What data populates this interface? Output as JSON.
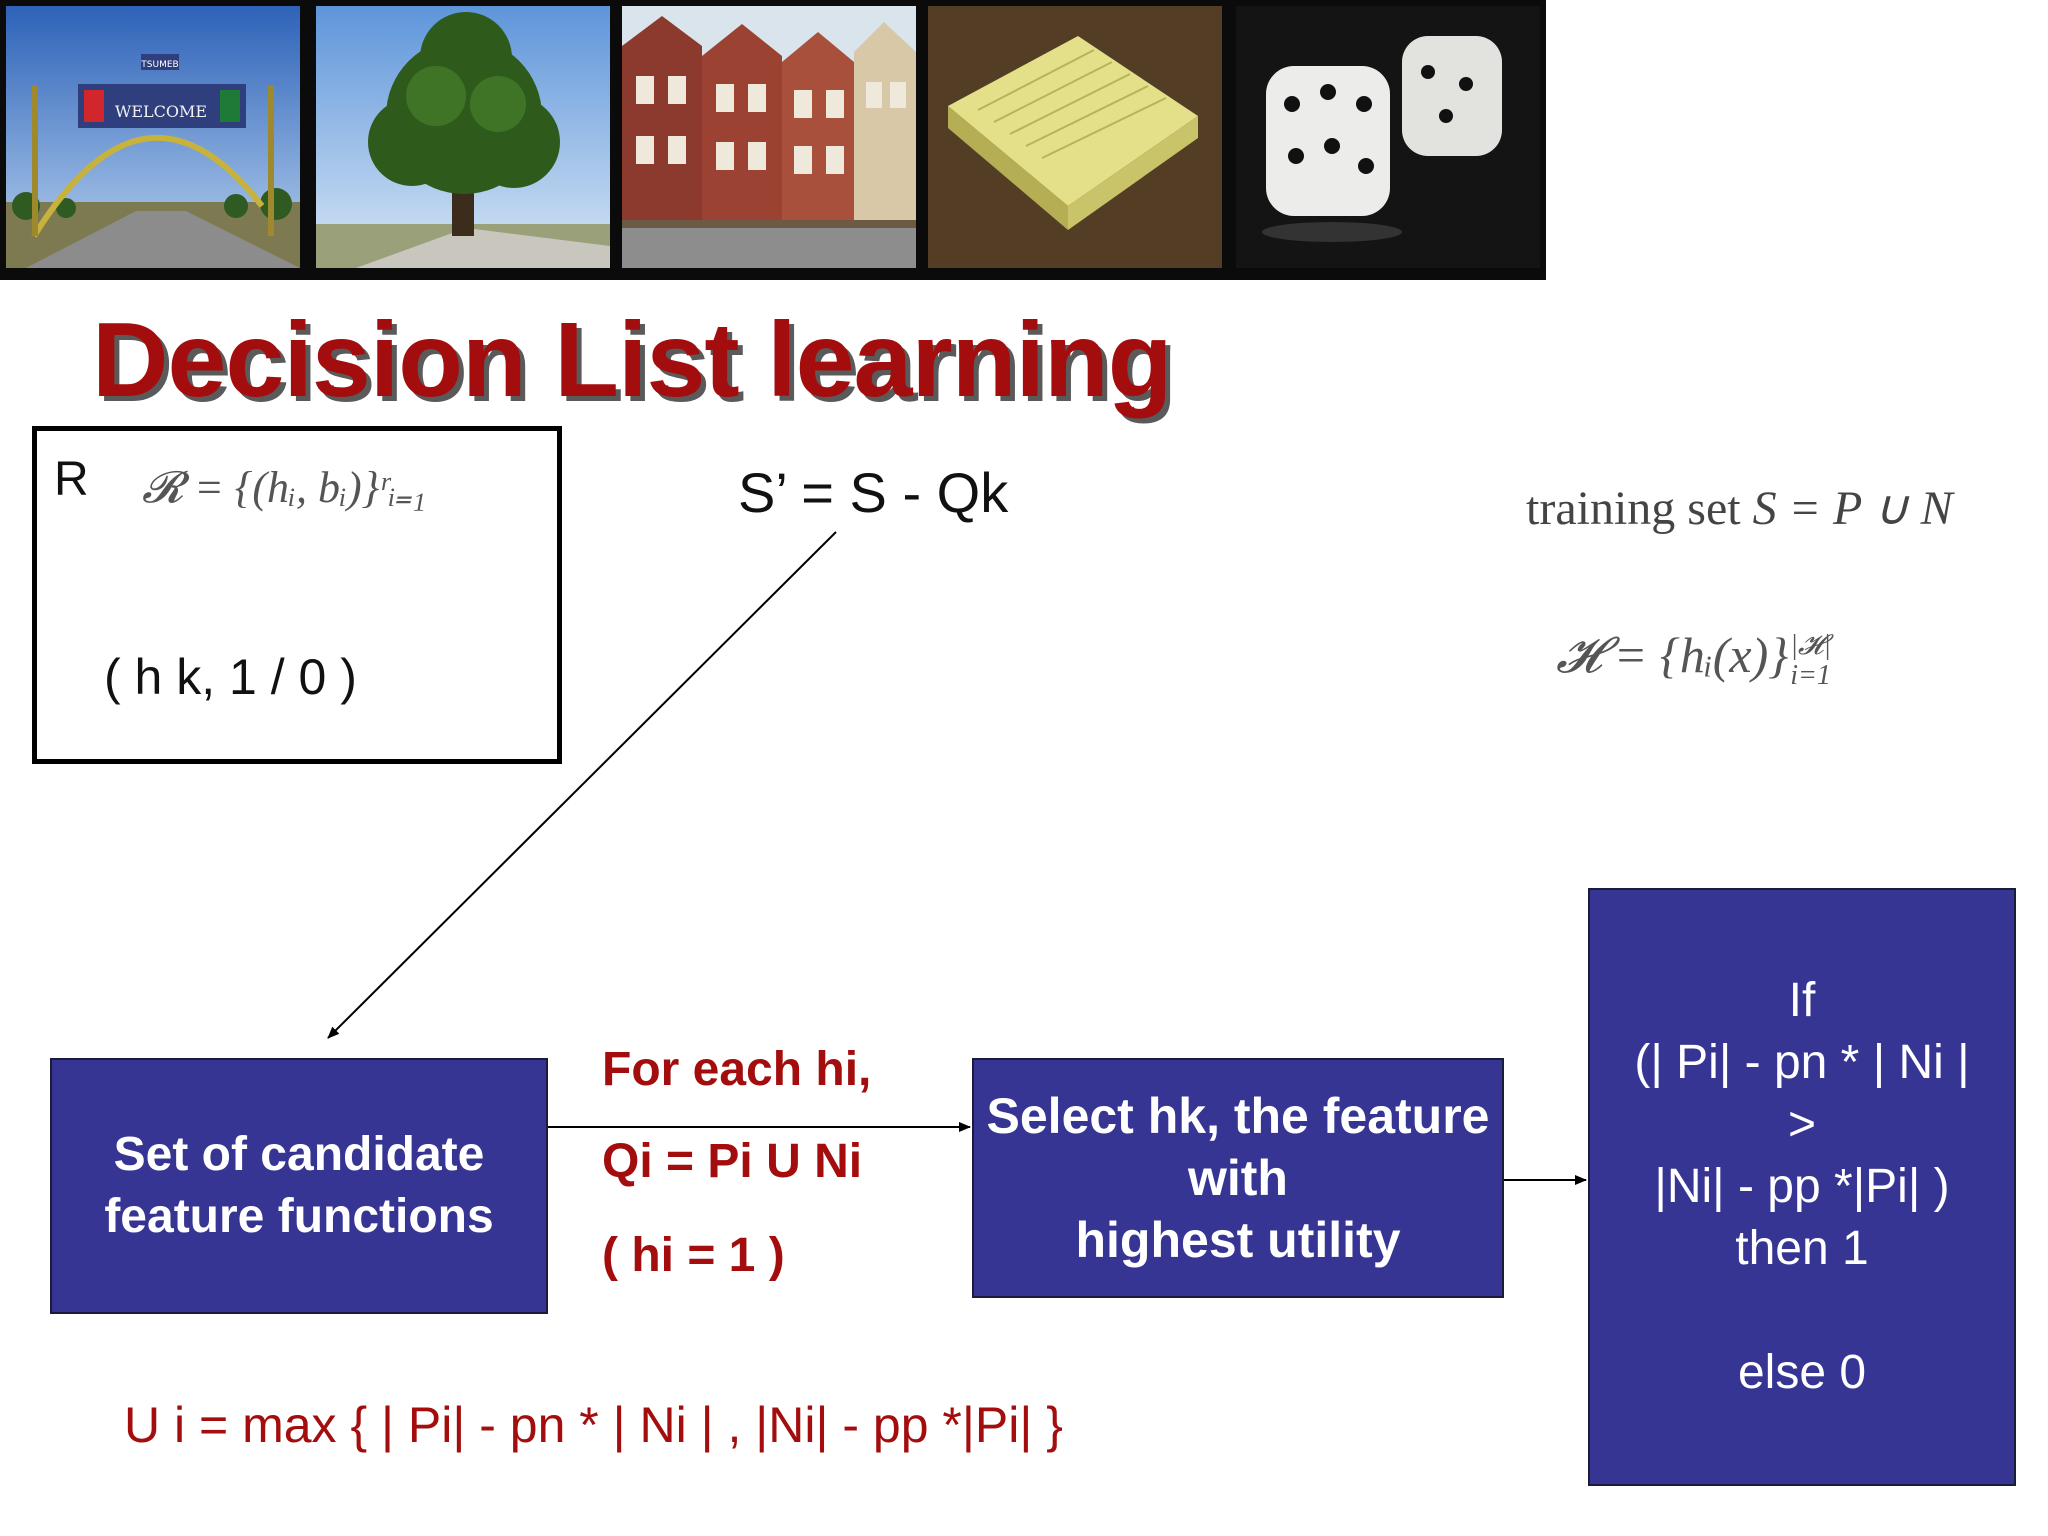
{
  "title": "Decision List learning",
  "header_photos": [
    "welcome-gate-photo",
    "tree-photo",
    "townhouses-photo",
    "sticky-notes-photo",
    "dice-photo"
  ],
  "welcome_sign": {
    "top": "TSUMEB",
    "main": "WELCOME"
  },
  "r_box": {
    "label": "R",
    "formula": "𝓡 = {(hᵢ, bᵢ)}ʳᵢ₌₁",
    "pair": "( h k,  1 / 0   )"
  },
  "s_prime": "S’ = S - Qk",
  "training_set": {
    "text": "training set",
    "formula": "S = P ∪ N"
  },
  "h_set": {
    "formula": "𝓗 = {hᵢ(x)}",
    "sup": "|𝓗|",
    "sub": "i=1"
  },
  "boxes": {
    "candidates": [
      "Set of candidate",
      "feature functions"
    ],
    "select": [
      "Select hk, the feature",
      "with",
      "highest utility"
    ],
    "rule": [
      "If",
      "(| Pi| - pn * | Ni |",
      ">",
      "|Ni| - pp *|Pi| )",
      "then 1",
      "",
      "else 0"
    ]
  },
  "loop_labels": {
    "for_each": "For each hi,",
    "qi_def": "Qi = Pi U Ni",
    "hi_eq": "( hi  = 1 )"
  },
  "utility": "U i = max { | Pi| - pn * | Ni | , |Ni| - pp *|Pi| }",
  "colors": {
    "title": "#a30d0d",
    "box": "#363593",
    "label_red": "#a30d0d"
  }
}
